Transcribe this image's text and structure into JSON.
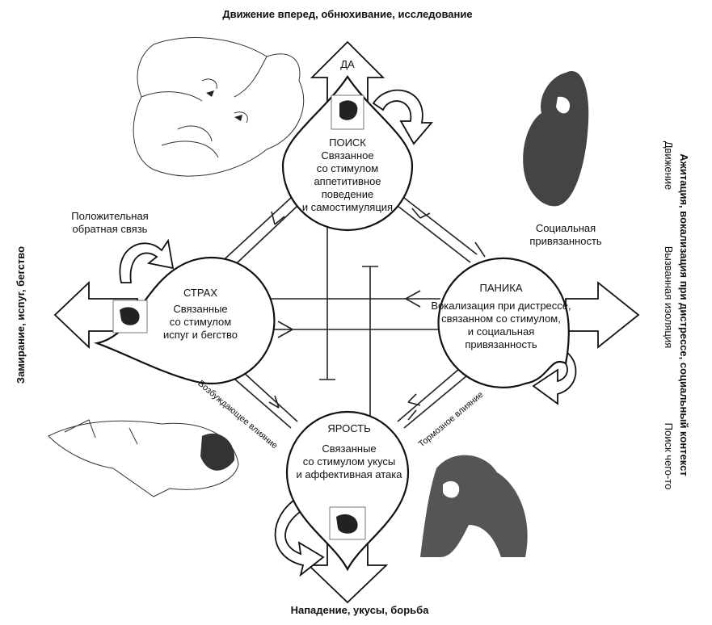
{
  "top_label": "Движение вперед, обнюхивание, исследование",
  "bottom_label": "Нападение, укусы, борьба",
  "left_label": "Замирание, испуг, бегство",
  "right_label_bold": "Ажитация, вокализация при дистрессе, социальный контекст",
  "right_label_light": [
    "Движение",
    "Вызванная изоляция",
    "Поиск чего-то"
  ],
  "arrow_top_text": "ДА",
  "seek": {
    "title": "ПОИСК",
    "lines": [
      "Связанное",
      "со стимулом",
      "аппетитивное",
      "поведение",
      "и самостимуляция"
    ]
  },
  "fear": {
    "title": "СТРАХ",
    "lines": [
      "Связанные",
      "со стимулом",
      "испуг и бегство"
    ]
  },
  "panic": {
    "title": "ПАНИКА",
    "lines": [
      "Вокализация при дистрессе,",
      "связанном со стимулом,",
      "и социальная",
      "привязанность"
    ]
  },
  "rage": {
    "title": "ЯРОСТЬ",
    "lines": [
      "Связанные",
      "со стимулом укусы",
      "и аффективная атака"
    ]
  },
  "positive_feedback": [
    "Положительная",
    "обратная связь"
  ],
  "social_attachment": [
    "Социальная",
    "привязанность"
  ],
  "excitatory": "Возбуждающее влияние",
  "inhibitory": "Тормозное влияние",
  "icons": {
    "cat": "cat-illustration",
    "monkey": "monkey-illustration",
    "fox": "fox-illustration",
    "gorilla": "gorilla-illustration",
    "brain": "brain-section-icon"
  }
}
